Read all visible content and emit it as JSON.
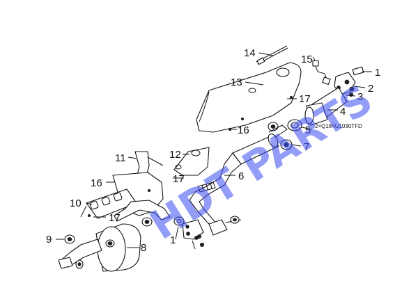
{
  "callouts": {
    "c1a": "1",
    "c2": "2",
    "c3": "3",
    "c4": "4",
    "c5": "5",
    "c6": "6",
    "c7": "7",
    "c8": "8",
    "c9": "9",
    "c10": "10",
    "c11": "11",
    "c12": "12",
    "c13": "13",
    "c14": "14",
    "c15": "15",
    "c16a": "16",
    "c16b": "16",
    "c17a": "17",
    "c17b": "17",
    "c17c": "17",
    "c1b": "1"
  },
  "note": "2×Q184U1030TFD",
  "watermark": "HDT PARTS",
  "colors": {
    "watermark": "#3a4cf0",
    "lines": "#111111",
    "background": "#ffffff"
  }
}
